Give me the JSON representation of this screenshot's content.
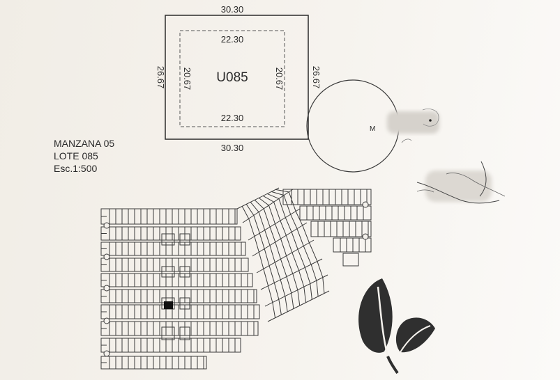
{
  "lot_detail": {
    "outer_top": "30.30",
    "outer_bottom": "30.30",
    "outer_left": "26.67",
    "outer_right": "26.67",
    "inner_top": "22.30",
    "inner_bottom": "22.30",
    "inner_left": "20.67",
    "inner_right": "20.67",
    "lot_code": "U085"
  },
  "legend": {
    "block": "MANZANA 05",
    "lot": "LOTE 085",
    "scale": "Esc.1:500"
  },
  "compass": {
    "letter": "M"
  },
  "colors": {
    "line": "#3a3a3a",
    "selected_lot": "#111111",
    "leaf": "#2f2f2f"
  },
  "icons": {
    "logo": "leaf-logo-icon",
    "signature": "signature-scribble"
  }
}
